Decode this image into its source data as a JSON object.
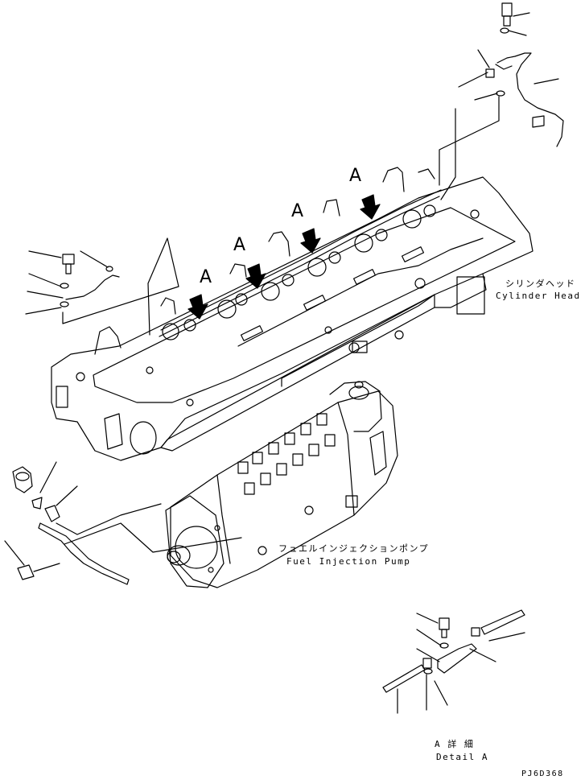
{
  "labels": {
    "cylinder_head_jp": "シリンダヘッド",
    "cylinder_head_en": "Cylinder Head",
    "fuel_pump_jp": "フュエルインジェクションポンプ",
    "fuel_pump_en": "Fuel Injection Pump",
    "detail_jp": "A 詳 細",
    "detail_en": "Detail A",
    "part_code": "PJ6D368"
  },
  "callouts": [
    "A",
    "A",
    "A",
    "A"
  ],
  "colors": {
    "ink": "#000000",
    "paper": "#ffffff"
  }
}
